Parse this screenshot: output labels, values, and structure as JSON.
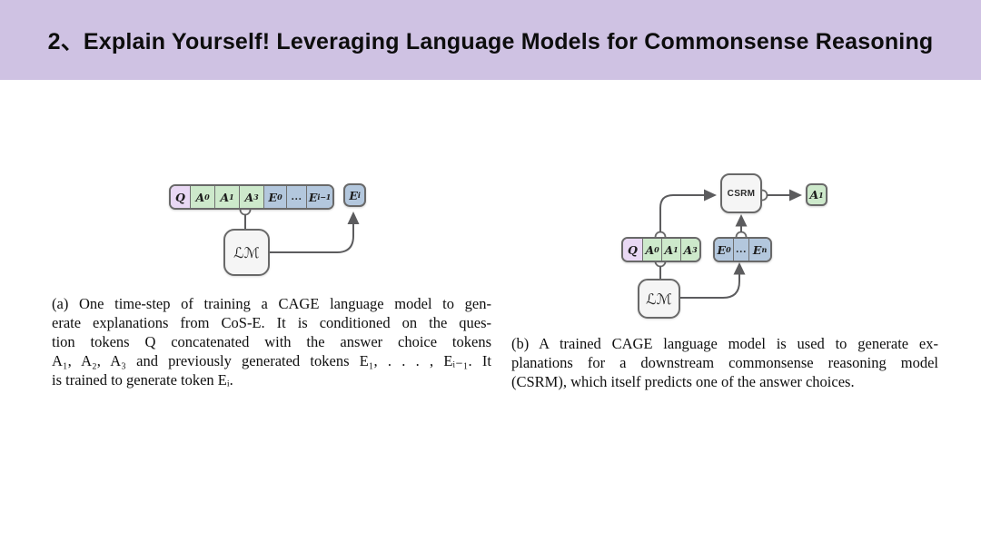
{
  "header": {
    "title": "2、Explain Yourself! Leveraging Language Models for Commonsense Reasoning"
  },
  "colors": {
    "header_bg": "#cfc2e3",
    "question_cell_fill": "#e9d8f4",
    "answer_cell_fill": "#cde9cb",
    "explanation_cell_fill": "#b3c7dd",
    "model_box_fill": "#f5f5f5",
    "border": "#696969",
    "connector_line": "#5c5c5e"
  },
  "figure_a": {
    "strip": [
      {
        "b": "Q",
        "s": ""
      },
      {
        "b": "A",
        "s": "0"
      },
      {
        "b": "A",
        "s": "1"
      },
      {
        "b": "A",
        "s": "3"
      },
      {
        "b": "E",
        "s": "0"
      },
      {
        "b": "...",
        "s": ""
      },
      {
        "b": "E",
        "s": "i−1"
      }
    ],
    "output_token": {
      "b": "E",
      "s": "i"
    },
    "lm_label": "ℒℳ",
    "caption_lines": [
      "(a) One time-step of training a CAGE language model to gen-",
      "erate explanations from CoS-E. It is conditioned on the ques-",
      "tion tokens Q concatenated with the answer choice tokens",
      "A₁, A₂, A₃ and previously generated tokens E₁, . . . , Eᵢ₋₁. It",
      "is trained to generate token Eᵢ."
    ]
  },
  "figure_b": {
    "strip_qa": [
      {
        "b": "Q",
        "s": ""
      },
      {
        "b": "A",
        "s": "0"
      },
      {
        "b": "A",
        "s": "1"
      },
      {
        "b": "A",
        "s": "3"
      }
    ],
    "strip_e": [
      {
        "b": "E",
        "s": "0"
      },
      {
        "b": "...",
        "s": ""
      },
      {
        "b": "E",
        "s": "n"
      }
    ],
    "csrm_label": "CSRM",
    "lm_label": "ℒℳ",
    "output_token": {
      "b": "A",
      "s": "1"
    },
    "caption_lines": [
      "(b) A trained CAGE language model is used to generate ex-",
      "planations for a downstream commonsense reasoning model",
      "(CSRM), which itself predicts one of the answer choices."
    ]
  }
}
